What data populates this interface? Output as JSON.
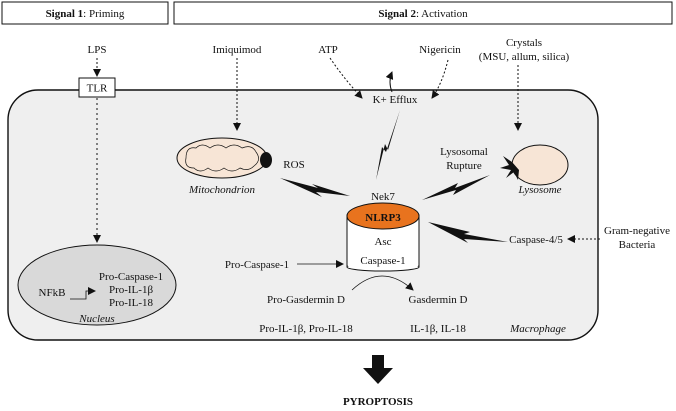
{
  "header": {
    "signal1_bold": "Signal 1",
    "signal1_rest": ": Priming",
    "signal2_bold": "Signal 2",
    "signal2_rest": ": Activation"
  },
  "stimuli": {
    "lps": "LPS",
    "tlr": "TLR",
    "imiquimod": "Imiquimod",
    "atp": "ATP",
    "nigericin": "Nigericin",
    "crystals_line1": "Crystals",
    "crystals_line2": "(MSU, allum, silica)",
    "gram_line1": "Gram-negative",
    "gram_line2": "Bacteria"
  },
  "cell": {
    "k_efflux": "K+ Efflux",
    "ros": "ROS",
    "mitochondrion": "Mitochondrion",
    "lysosomal_line1": "Lysosomal",
    "lysosomal_line2": "Rupture",
    "lysosome": "Lysosome",
    "nek7": "Nek7",
    "nlrp3": "NLRP3",
    "asc": "Asc",
    "caspase1": "Caspase-1",
    "caspase45": "Caspase-4/5",
    "pro_caspase1": "Pro-Caspase-1",
    "pro_gasdermin": "Pro-Gasdermin D",
    "gasdermin": "Gasdermin D",
    "pro_il": "Pro-IL-1β, Pro-IL-18",
    "il": "IL-1β, IL-18",
    "macrophage": "Macrophage"
  },
  "nucleus": {
    "nfkb": "NFkB",
    "genes": [
      "Pro-Caspase-1",
      "Pro-IL-1β",
      "Pro-IL-18"
    ],
    "label": "Nucleus"
  },
  "outcome": "PYROPTOSIS",
  "colors": {
    "cell_fill": "#efefef",
    "nucleus_fill": "#d9d9d9",
    "nlrp3_fill": "#e8731e",
    "mito_fill": "#f7e5d6",
    "lyso_fill": "#f7e5d6"
  }
}
